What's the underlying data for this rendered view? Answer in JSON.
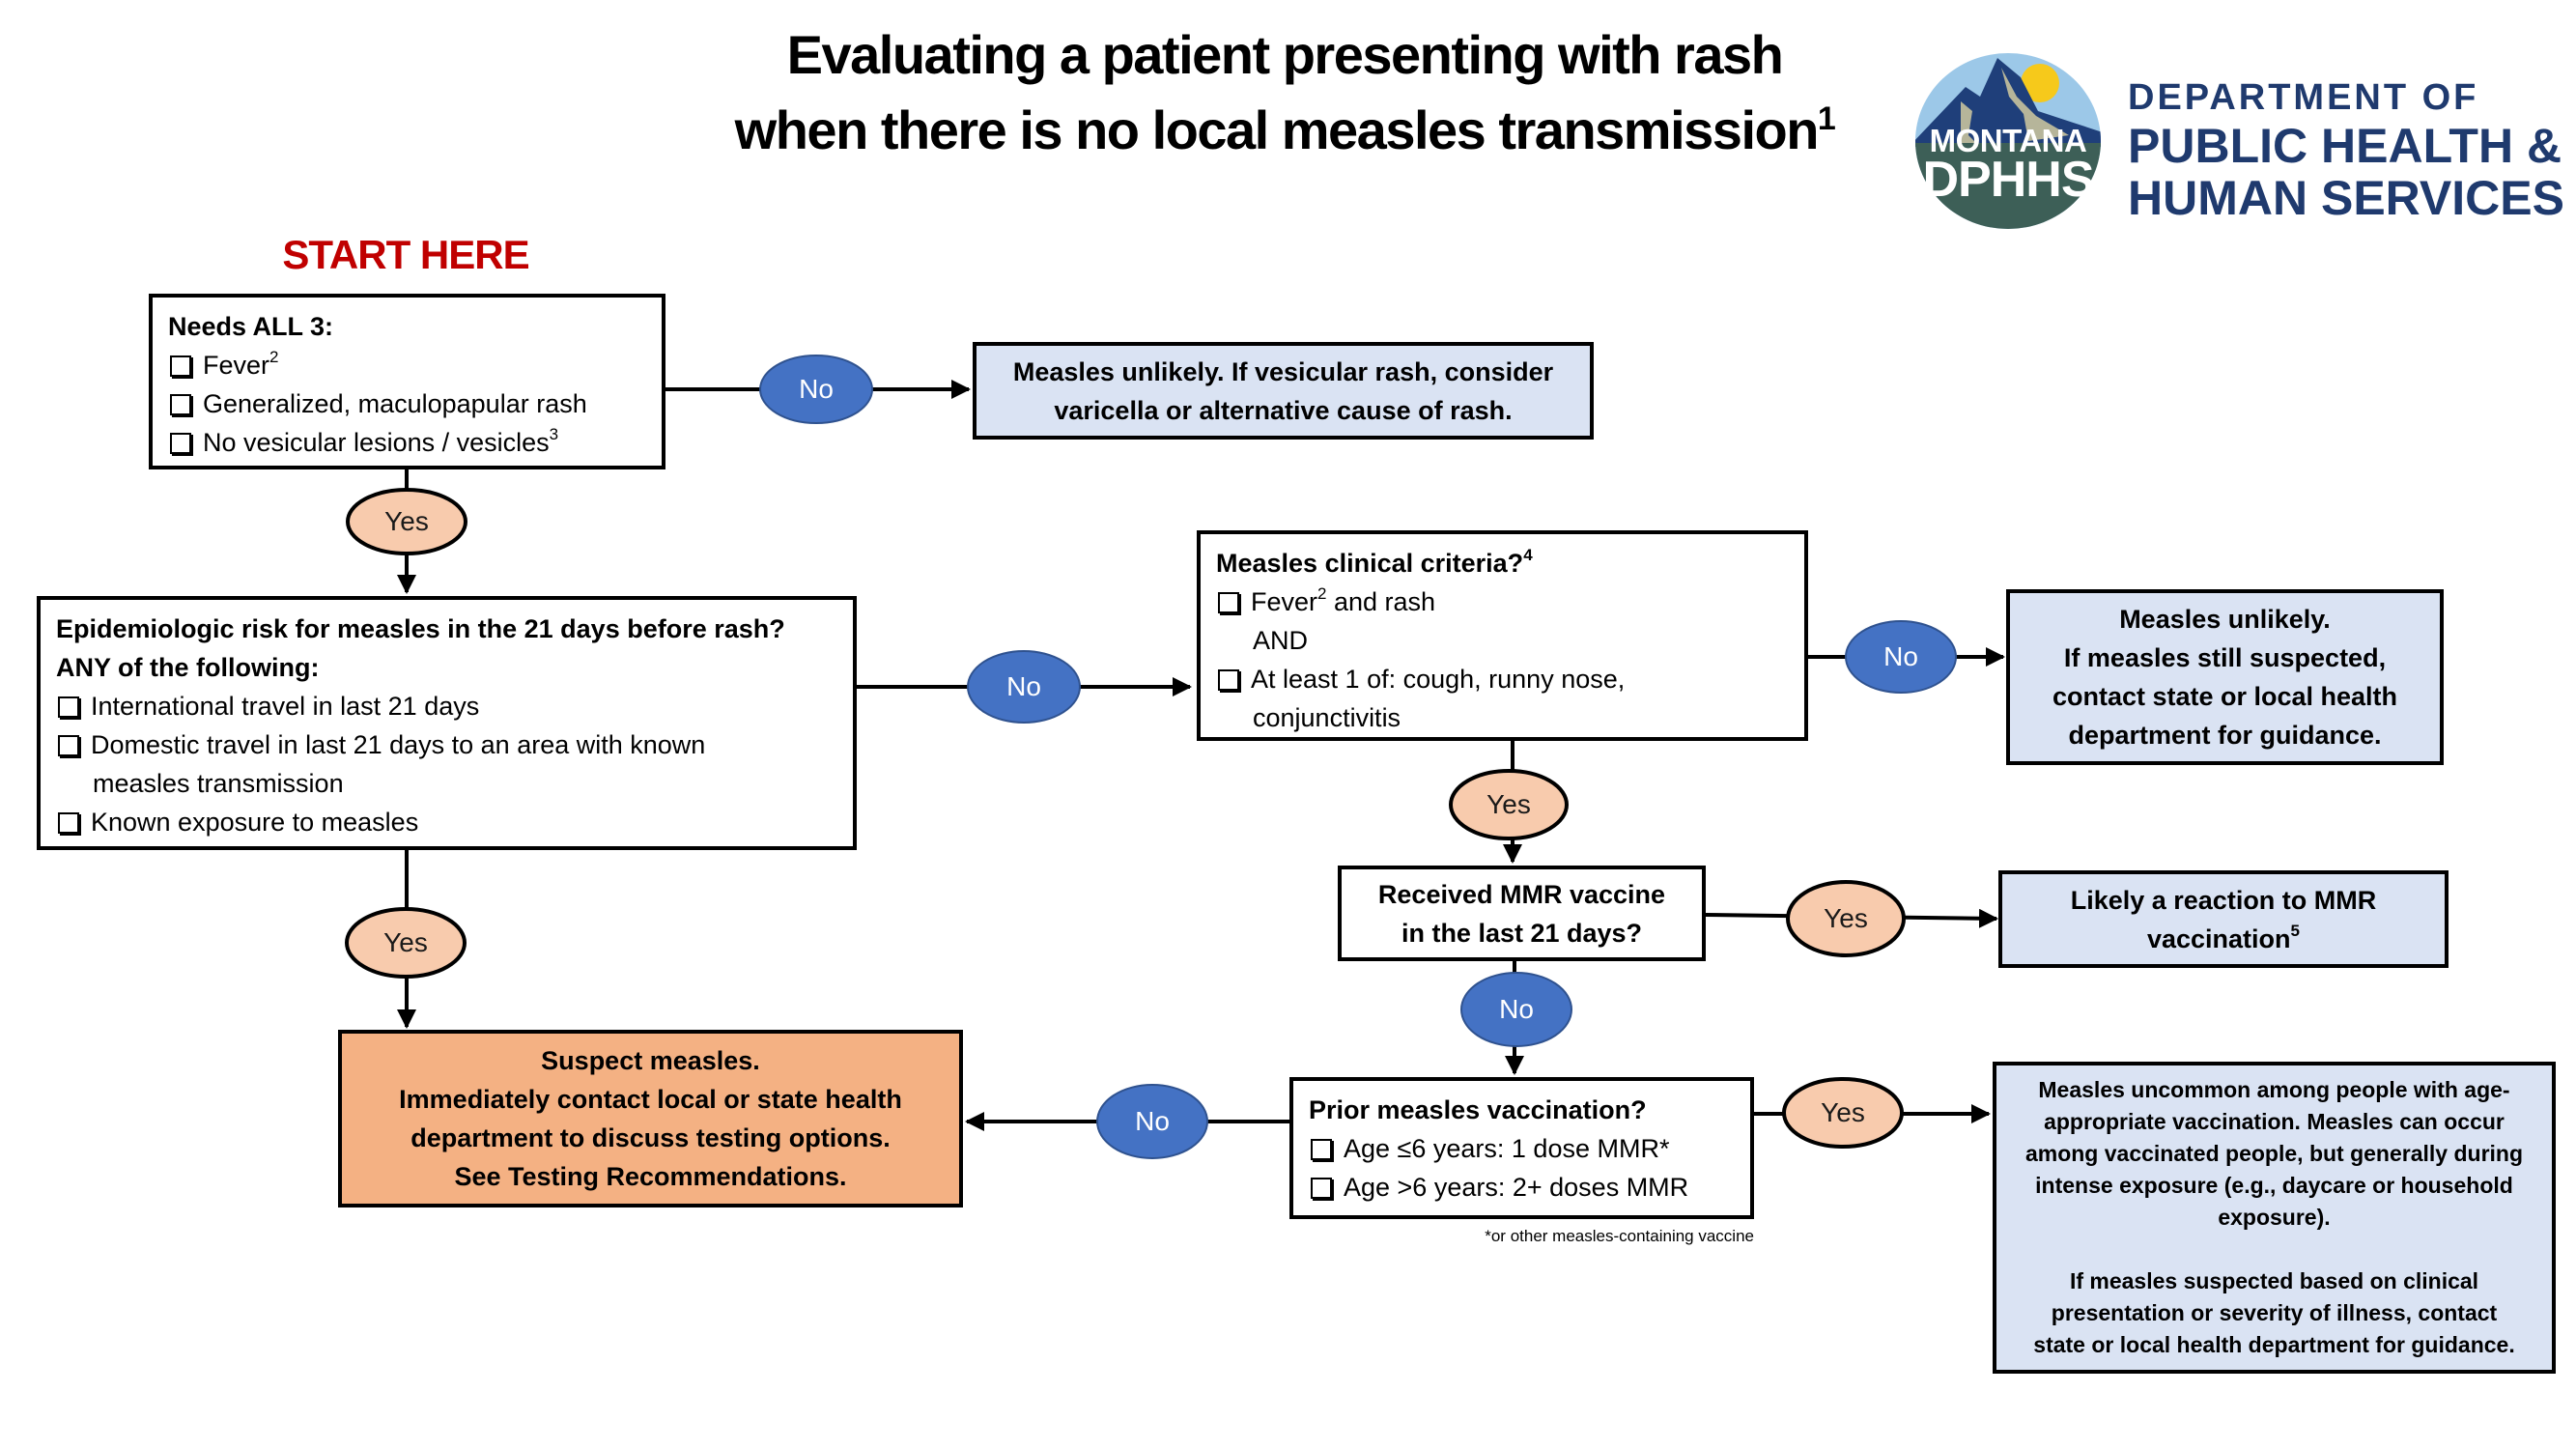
{
  "title": {
    "line1": "Evaluating a patient presenting with rash",
    "line2": "when there is no local measles transmission",
    "line2_sup": "1"
  },
  "logo": {
    "mark_line1": "MONTANA",
    "mark_line2": "DPHHS",
    "org_line1": "DEPARTMENT OF",
    "org_line2": "PUBLIC HEALTH &",
    "org_line3": "HUMAN SERVICES",
    "colors": {
      "sky": "#9cc8e8",
      "mountain": "#1f3f7a",
      "rock": "#b6b59a",
      "sun": "#f6c91b",
      "ground": "#3d5f57",
      "text": "#1f3a6e"
    }
  },
  "start_label": "START HERE",
  "nodes": {
    "needs_all_3": {
      "heading": "Needs ALL 3:",
      "items": [
        {
          "text": "Fever",
          "sup": "2"
        },
        {
          "text": "Generalized, maculopapular rash",
          "sup": ""
        },
        {
          "text": "No vesicular lesions / vesicles",
          "sup": "3"
        }
      ]
    },
    "unlikely_vesicular": {
      "line1": "Measles unlikely. If vesicular rash, consider",
      "line2": "varicella or alternative cause of rash."
    },
    "epi_risk": {
      "heading1": "Epidemiologic risk for measles in the 21 days before rash?",
      "heading2": "ANY of the following:",
      "items": [
        {
          "text": "International travel in last 21 days"
        },
        {
          "text": "Domestic travel in last 21 days to an area with known",
          "cont": "measles transmission"
        },
        {
          "text": "Known exposure to measles"
        }
      ]
    },
    "clinical_criteria": {
      "heading": "Measles clinical criteria?",
      "heading_sup": "4",
      "item1_pre": "Fever",
      "item1_sup": "2",
      "item1_post": " and rash",
      "and_label": "AND",
      "item2": "At least 1 of: cough, runny nose,",
      "item2_cont": "conjunctivitis"
    },
    "unlikely_contact": {
      "line1": "Measles unlikely.",
      "line2": "If measles still suspected,",
      "line3": "contact state or local health",
      "line4": "department for guidance."
    },
    "received_mmr": {
      "line1": "Received MMR vaccine",
      "line2": "in the last 21 days?"
    },
    "mmr_reaction": {
      "line1": "Likely a reaction to MMR",
      "line2": "vaccination",
      "line2_sup": "5"
    },
    "prior_vaccination": {
      "heading": "Prior measles vaccination?",
      "items": [
        {
          "text": "Age ≤6 years: 1 dose MMR*"
        },
        {
          "text": "Age >6 years: 2+ doses MMR"
        }
      ],
      "footnote": "*or other measles-containing vaccine"
    },
    "uncommon_vaccinated": {
      "p1": [
        "Measles uncommon among people with age-",
        "appropriate vaccination. Measles can occur",
        "among vaccinated people, but generally during",
        "intense exposure (e.g., daycare or household",
        "exposure)."
      ],
      "p2": [
        "If measles suspected based on clinical",
        "presentation or severity of illness, contact",
        "state or local health department for guidance."
      ]
    },
    "suspect_measles": {
      "line1": "Suspect measles.",
      "line2": "Immediately contact local or state health",
      "line3": "department to discuss testing options.",
      "line4": "See Testing Recommendations."
    }
  },
  "decisions": {
    "no_label": "No",
    "yes_label": "Yes",
    "no_color": "#4472c4",
    "yes_color": "#f8cbad"
  },
  "colors": {
    "start": "#c00000",
    "outcome_blue": "#dae3f3",
    "outcome_orange": "#f4b183"
  }
}
